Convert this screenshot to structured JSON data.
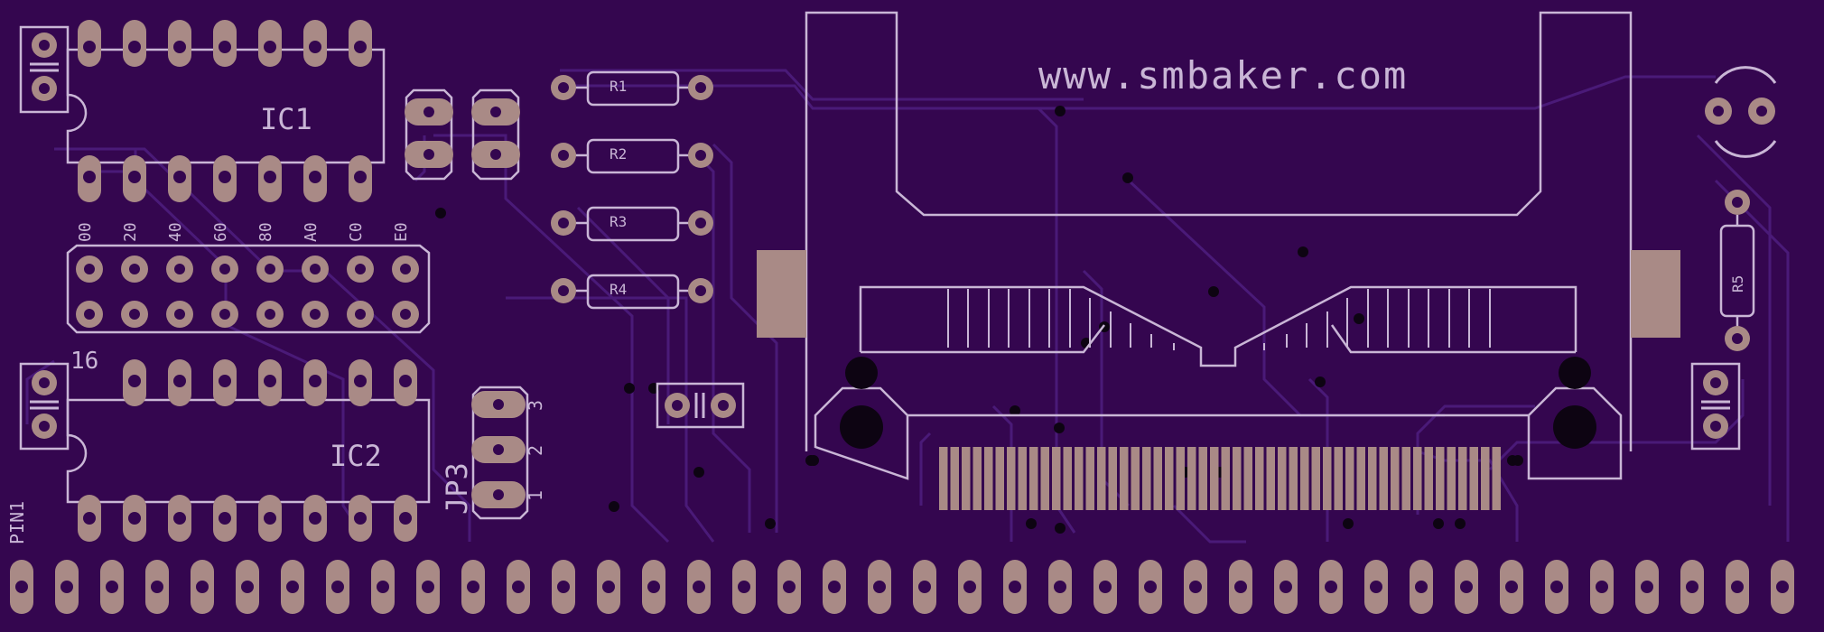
{
  "colors": {
    "board": "#34064f",
    "trace": "#4a1a78",
    "silk": "#c9b6d6",
    "pad": "#a98a86",
    "hole": "#0d0412"
  },
  "labels": {
    "website": "www.smbaker.com",
    "ic1": "IC1",
    "ic2": "IC2",
    "jp3": "JP3",
    "pin1": "PIN1",
    "pin16": "16",
    "r1": "R1",
    "r2": "R2",
    "r3": "R3",
    "r4": "R4",
    "r5": "R5",
    "jp3_pins": [
      "3",
      "2",
      "1"
    ],
    "address_headers": [
      "00",
      "20",
      "40",
      "60",
      "80",
      "A0",
      "C0",
      "E0"
    ]
  }
}
